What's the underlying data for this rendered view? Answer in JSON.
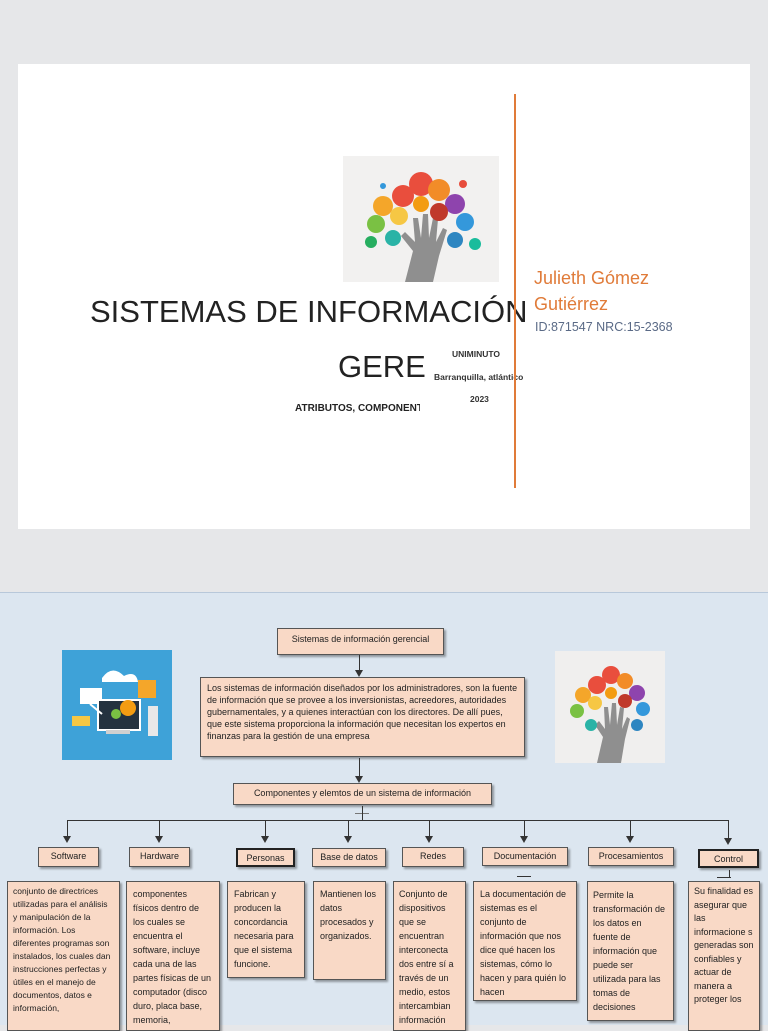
{
  "cover": {
    "title_line1": "SISTEMAS DE INFORMACIÓN",
    "title_line2": "GERE",
    "subtitle": "ATRIBUTOS, COMPONENT",
    "institution": "UNIMINUTO",
    "location": "Barranquilla, atlántico",
    "year": "2023",
    "author_first": "Julieth Gómez",
    "author_last": "Gutiérrez",
    "ids": "ID:871547 NRC:15-2368",
    "image_icon": "hand-with-cloud-icons",
    "accent_color": "#e07b39"
  },
  "diagram": {
    "root": "Sistemas de información gerencial",
    "definition": "Los sistemas de información diseñados por los administradores, son la fuente de información que se provee a los inversionistas, acreedores, autoridades gubernamentales, y a quienes interactúan con los directores. De allí pues, que este sistema proporciona la información que necesitan los expertos en finanzas para la gestión de una empresa",
    "components_title": "Componentes y elemtos de un sistema de información",
    "components": [
      {
        "label": "Software",
        "text": "conjunto de directrices utilizadas para el análisis y manipulación de la información. Los diferentes programas son instalados, los cuales dan instrucciones perfectas y útiles en el manejo de documentos, datos e información,"
      },
      {
        "label": "Hardware",
        "text": "componentes físicos dentro de los cuales se encuentra el software, incluye cada una de las partes físicas de un computador (disco duro, placa base, memoria,"
      },
      {
        "label": "Personas",
        "text": "Fabrican y producen la concordancia necesaria para que el sistema funcione."
      },
      {
        "label": "Base de datos",
        "text": "Mantienen los datos procesados y organizados."
      },
      {
        "label": "Redes",
        "text": "Conjunto de dispositivos que se encuentran interconecta dos entre sí a través de un medio, estos intercambian información"
      },
      {
        "label": "Documentación",
        "text": "La documentación de sistemas es el conjunto de información que nos dice qué hacen los sistemas, cómo lo hacen y para quién lo hacen"
      },
      {
        "label": "Procesamientos",
        "text": "Permite la transformación de los datos en fuente de información que puede ser utilizada para las tomas de decisiones"
      },
      {
        "label": "Control",
        "text": "Su finalidad es asegurar que las informacione s generadas son confiables y actuar de manera a proteger los"
      }
    ],
    "left_image_icon": "computer-network-icon",
    "right_image_icon": "hand-with-cloud-icons"
  }
}
